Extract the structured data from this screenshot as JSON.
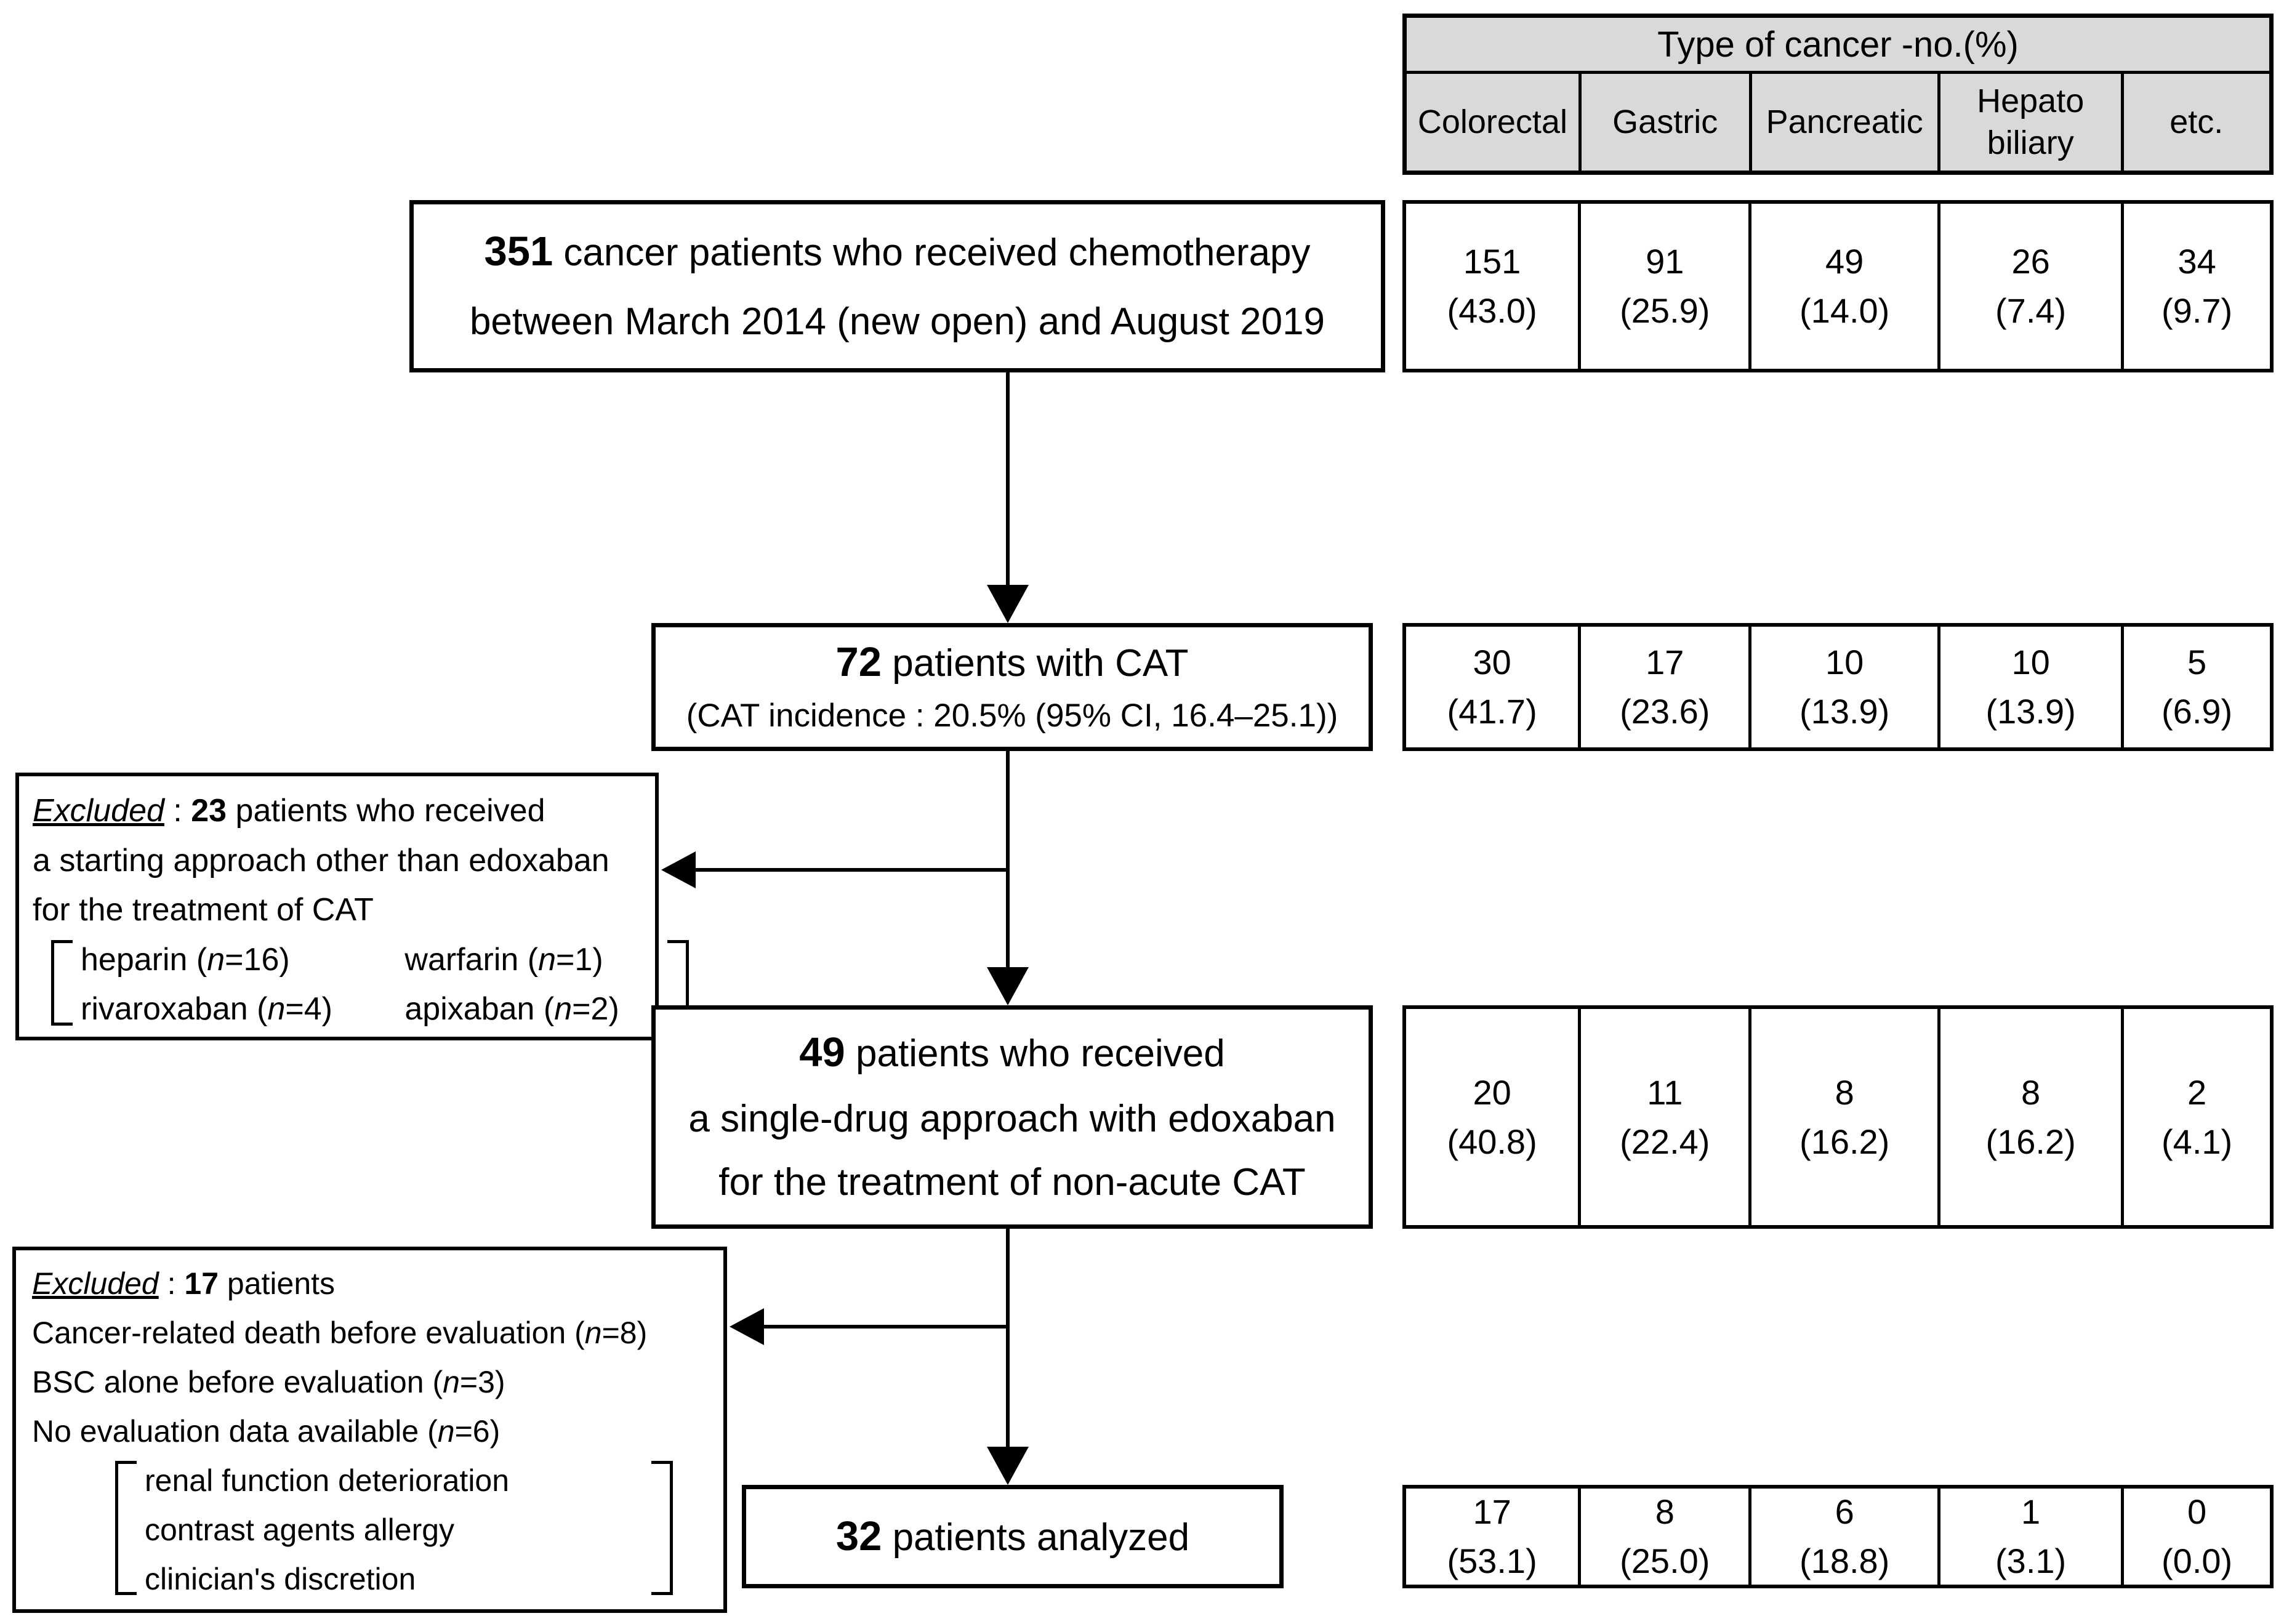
{
  "colors": {
    "background": "#ffffff",
    "line_and_text": "#000000",
    "table_header_bg": "#d9d9d9"
  },
  "cancer_table": {
    "title": "Type of cancer -no.(%)",
    "columns": [
      "Colorectal",
      "Gastric",
      "Pancreatic",
      "Hepato biliary",
      "etc."
    ],
    "rows": [
      {
        "cells": [
          {
            "n": "151",
            "p": "(43.0)"
          },
          {
            "n": "91",
            "p": "(25.9)"
          },
          {
            "n": "49",
            "p": "(14.0)"
          },
          {
            "n": "26",
            "p": "(7.4)"
          },
          {
            "n": "34",
            "p": "(9.7)"
          }
        ]
      },
      {
        "cells": [
          {
            "n": "30",
            "p": "(41.7)"
          },
          {
            "n": "17",
            "p": "(23.6)"
          },
          {
            "n": "10",
            "p": "(13.9)"
          },
          {
            "n": "10",
            "p": "(13.9)"
          },
          {
            "n": "5",
            "p": "(6.9)"
          }
        ]
      },
      {
        "cells": [
          {
            "n": "20",
            "p": "(40.8)"
          },
          {
            "n": "11",
            "p": "(22.4)"
          },
          {
            "n": "8",
            "p": "(16.2)"
          },
          {
            "n": "8",
            "p": "(16.2)"
          },
          {
            "n": "2",
            "p": "(4.1)"
          }
        ]
      },
      {
        "cells": [
          {
            "n": "17",
            "p": "(53.1)"
          },
          {
            "n": "8",
            "p": "(25.0)"
          },
          {
            "n": "6",
            "p": "(18.8)"
          },
          {
            "n": "1",
            "p": "(3.1)"
          },
          {
            "n": "0",
            "p": "(0.0)"
          }
        ]
      }
    ]
  },
  "flow": {
    "box1": {
      "num": "351",
      "rest": " cancer patients who received chemotherapy",
      "line2": "between March 2014 (new open) and August 2019"
    },
    "box2": {
      "num": "72",
      "rest": " patients with CAT",
      "line2": "(CAT incidence : 20.5% (95% CI, 16.4–25.1))"
    },
    "box3": {
      "num": "49",
      "rest": " patients who received",
      "line2": "a single-drug approach with edoxaban",
      "line3": "for the treatment of non-acute CAT"
    },
    "box4": {
      "num": "32",
      "rest": " patients analyzed"
    }
  },
  "excluded1": {
    "label": "Excluded",
    "sep": " : ",
    "num": "23",
    "rest": " patients who received",
    "line2": "a starting approach other than edoxaban",
    "line3": "for the treatment of CAT",
    "drugs": [
      {
        "pre": "heparin (",
        "n": "n",
        "post": "=16)"
      },
      {
        "pre": "warfarin (",
        "n": "n",
        "post": "=1)"
      },
      {
        "pre": "rivaroxaban (",
        "n": "n",
        "post": "=4)"
      },
      {
        "pre": "apixaban (",
        "n": "n",
        "post": "=2)"
      }
    ]
  },
  "excluded2": {
    "label": "Excluded",
    "sep": " : ",
    "num": "17",
    "rest": " patients",
    "reasons": [
      {
        "pre": "Cancer-related death before evaluation (",
        "n": "n",
        "post": "=8)"
      },
      {
        "pre": "BSC alone before evaluation (",
        "n": "n",
        "post": "=3)"
      },
      {
        "pre": "No evaluation data available (",
        "n": "n",
        "post": "=6)"
      }
    ],
    "sub_reasons": [
      "renal function deterioration",
      "contrast agents allergy",
      "clinician's discretion"
    ]
  }
}
